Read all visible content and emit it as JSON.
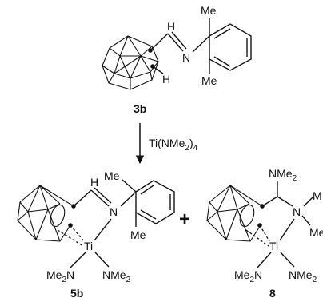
{
  "reaction": {
    "reactant": {
      "label": "3b",
      "methyl_top": "Me",
      "methyl_bottom": "Me",
      "imine_n": "N",
      "imine_h": "H",
      "cage_h": "H"
    },
    "reagent": {
      "prefix": "Ti(NMe",
      "subscript": "2",
      "suffix": ")",
      "count": "4"
    },
    "plus_sign": "+",
    "product_5b": {
      "label": "5b",
      "methyl_top": "Me",
      "methyl_bottom": "Me",
      "imine_h": "H",
      "imine_n": "N",
      "metal": "Ti",
      "amide_left_prefix": "Me",
      "amide_left_sub": "2",
      "amide_left_suffix": "N",
      "amide_right_prefix": "NMe",
      "amide_right_sub": "2"
    },
    "product_8": {
      "label": "8",
      "nme2_top_prefix": "NMe",
      "nme2_top_sub": "2",
      "n_label": "N",
      "me_upper": "M",
      "me_lower": "Me",
      "metal": "Ti",
      "amide_left_prefix": "Me",
      "amide_left_sub": "2",
      "amide_left_suffix": "N",
      "amide_right_prefix": "NMe",
      "amide_right_sub": "2"
    }
  }
}
